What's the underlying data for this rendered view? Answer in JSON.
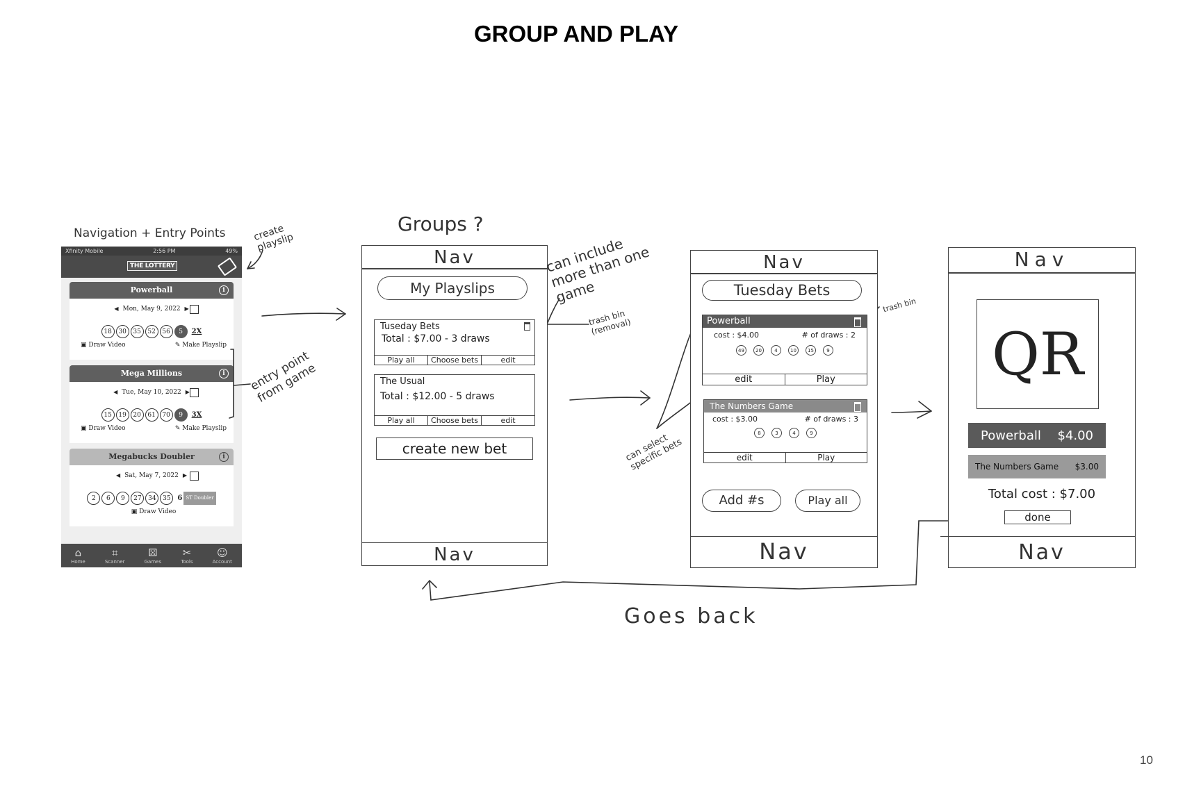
{
  "title": "GROUP AND PLAY",
  "page_number": "10",
  "phone": {
    "header_label": "Navigation + Entry Points",
    "status": {
      "carrier": "Xfinity Mobile",
      "time": "2:56 PM",
      "battery": "49%"
    },
    "logo": "THE LOTTERY",
    "games": [
      {
        "name": "Powerball",
        "date": "Mon, May 9, 2022",
        "balls": [
          "18",
          "30",
          "35",
          "52",
          "56"
        ],
        "bonus": "5",
        "multiplier": "2X",
        "link1": "Draw Video",
        "link2": "Make Playslip"
      },
      {
        "name": "Mega Millions",
        "date": "Tue, May 10, 2022",
        "balls": [
          "15",
          "19",
          "20",
          "61",
          "70"
        ],
        "bonus": "9",
        "multiplier": "3X",
        "link1": "Draw Video",
        "link2": "Make Playslip"
      },
      {
        "name": "Megabucks Doubler",
        "date": "Sat, May 7, 2022",
        "balls": [
          "2",
          "6",
          "9",
          "27",
          "34",
          "35"
        ],
        "bonus": "6",
        "doubler": "ST Doubler",
        "link1": "Draw Video"
      }
    ],
    "nav": [
      "Home",
      "Scanner",
      "Games",
      "Tools",
      "Account"
    ]
  },
  "annotations": {
    "create_playslip": "create playslip",
    "entry_point": "entry point from game",
    "groups": "Groups ?",
    "can_include": "can include more than one game",
    "trash_removal": "trash bin (removal)",
    "can_select": "can select specific bets",
    "trash_bin": "trash bin",
    "goes_back": "Goes back"
  },
  "screen1": {
    "nav_top": "Nav",
    "nav_bottom": "Nav",
    "my_playslips": "My Playslips",
    "bets": [
      {
        "name": "Tuseday Bets",
        "total": "Total : $7.00  -  3 draws"
      },
      {
        "name": "The Usual",
        "total": "Total : $12.00  -  5 draws"
      }
    ],
    "actions": [
      "Play all",
      "Choose bets",
      "edit"
    ],
    "create_new": "create new bet"
  },
  "screen2": {
    "nav_top": "Nav",
    "nav_bottom": "Nav",
    "title": "Tuesday Bets",
    "games": [
      {
        "name": "Powerball",
        "cost": "cost : $4.00",
        "draws": "# of draws : 2",
        "balls": [
          "49",
          "20",
          "4",
          "10",
          "15",
          "9"
        ],
        "actions": [
          "edit",
          "Play"
        ]
      },
      {
        "name": "The Numbers Game",
        "cost": "cost : $3.00",
        "draws": "# of draws : 3",
        "balls": [
          "8",
          "3",
          "4",
          "9"
        ],
        "actions": [
          "edit",
          "Play"
        ]
      }
    ],
    "add_button": "Add #s",
    "play_all_button": "Play all"
  },
  "screen3": {
    "nav_top": "Nav",
    "nav_bottom": "Nav",
    "qr": "QR",
    "lines": [
      {
        "label": "Powerball",
        "amount": "$4.00"
      },
      {
        "label": "The Numbers Game",
        "amount": "$3.00"
      }
    ],
    "total": "Total cost : $7.00",
    "done": "done"
  }
}
